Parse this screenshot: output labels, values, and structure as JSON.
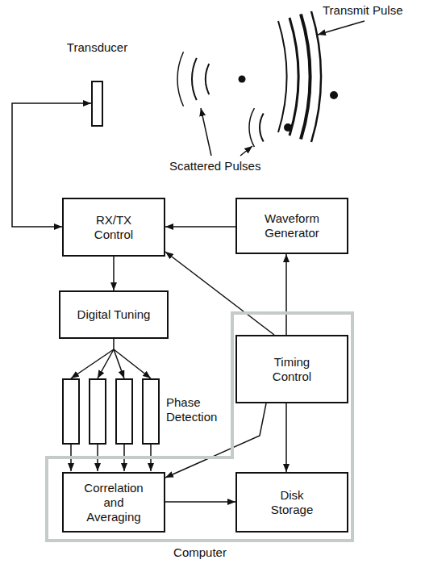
{
  "diagram": {
    "nodes": [
      {
        "text": [
          "Transducer"
        ]
      },
      {
        "text": [
          "RX/TX Control"
        ]
      },
      {
        "text": [
          "Waveform Generator"
        ]
      },
      {
        "text": [
          "Digital Tuning"
        ]
      },
      {
        "text": [
          "Computer"
        ]
      },
      {
        "text": [
          "Timing Control"
        ],
        "in": 4
      },
      {
        "text": [
          "Correlation and Averaging"
        ],
        "in": 4
      },
      {
        "text": [
          "Disk Storage"
        ],
        "in": 4
      }
    ],
    "edges": [
      {
        "from": 0,
        "to": 1,
        "arrow": "both"
      },
      {
        "from": 2,
        "to": 1,
        "arrow": "to"
      },
      {
        "from": 1,
        "to": 3,
        "arrow": "to"
      },
      {
        "from": 5,
        "to": 2,
        "arrow": "to"
      },
      {
        "from": 5,
        "to": 1,
        "arrow": "to"
      },
      {
        "from": 5,
        "to": 6,
        "arrow": "to"
      },
      {
        "from": 5,
        "to": 7,
        "arrow": "to"
      },
      {
        "from": 6,
        "to": 7,
        "arrow": "to"
      }
    ],
    "labels": [
      "Transmit Pulse",
      "Scattered Pulses",
      "Phase Detection"
    ]
  }
}
